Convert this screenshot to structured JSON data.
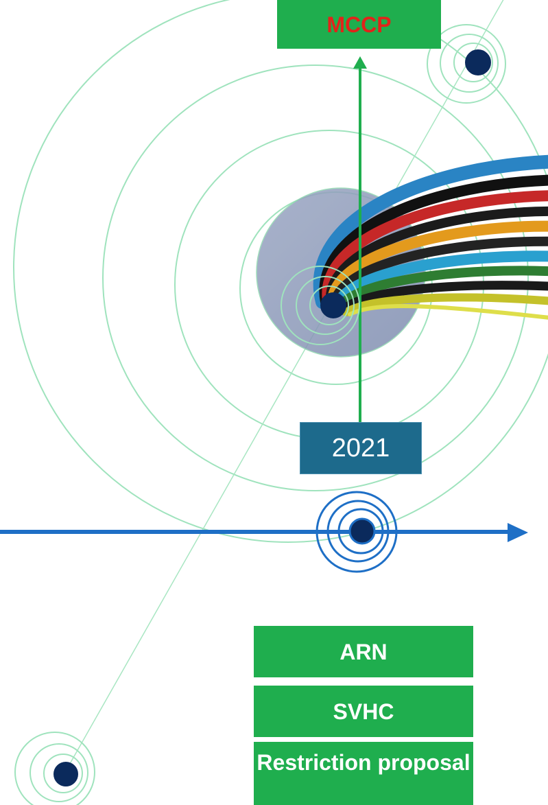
{
  "diagram": {
    "milestone_top_label": "MCCP",
    "year_label": "2021",
    "stacked_boxes": [
      {
        "label": "ARN"
      },
      {
        "label": "SVHC"
      },
      {
        "label": "Restriction proposal"
      }
    ]
  },
  "colors": {
    "box_green": "#1fae4e",
    "mccp_text_red": "#e2231a",
    "year_box_blue": "#1d6a8c",
    "timeline_blue": "#1e6fc6",
    "ring_green": "#8ee0b0",
    "node_navy": "#0b2a5c"
  },
  "icons": [
    "target-node-icon",
    "timeline-arrow-icon",
    "up-arrow-icon",
    "cable-bundle-image"
  ]
}
